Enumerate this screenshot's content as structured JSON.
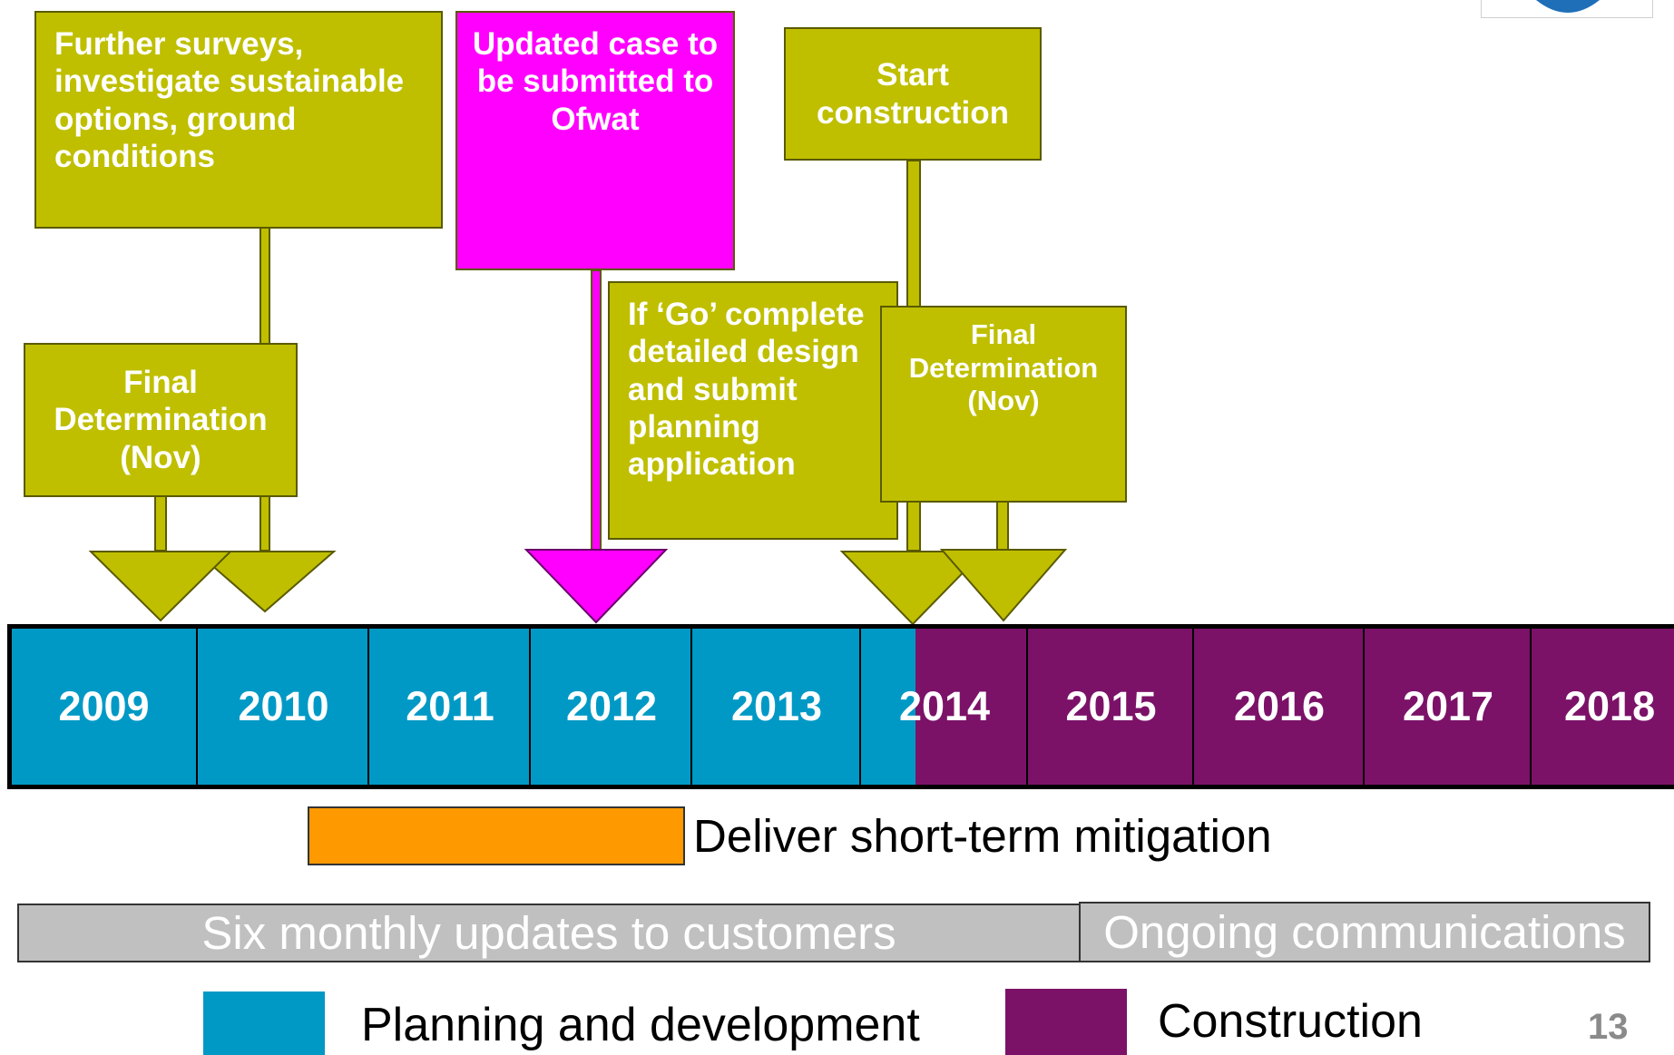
{
  "callouts": {
    "further_surveys": "Further surveys, investigate sustainable options, ground conditions",
    "updated_case": "Updated case to be submitted to Ofwat",
    "start_construction": "Start construction",
    "final_determination_1": "Final Determination (Nov)",
    "if_go": "If ‘Go’ complete detailed design and submit planning application",
    "final_determination_2": "Final Determination (Nov)"
  },
  "timeline": {
    "years": [
      "2009",
      "2010",
      "2011",
      "2012",
      "2013",
      "2014",
      "2015",
      "2016",
      "2017",
      "2018"
    ],
    "phases": [
      {
        "name": "Planning and development",
        "color": "#0099c6",
        "from": "2009",
        "to": "mid 2014"
      },
      {
        "name": "Construction",
        "color": "#7b1268",
        "from": "mid 2014",
        "to": "2018"
      }
    ]
  },
  "mitigation": {
    "label": "Deliver short-term mitigation",
    "color": "#ff9900",
    "from": "2010",
    "to": "2012"
  },
  "communications": {
    "updates_label": "Six monthly updates to customers",
    "ongoing_label": "Ongoing communications",
    "bar_color": "#c0c0c0"
  },
  "legend": {
    "planning_label": "Planning and development",
    "planning_color": "#0099c6",
    "construction_label": "Construction",
    "construction_color": "#7b1268"
  },
  "colors": {
    "callout_olive": "#bfbf00",
    "callout_magenta": "#ff00ff"
  },
  "page_number": "13"
}
